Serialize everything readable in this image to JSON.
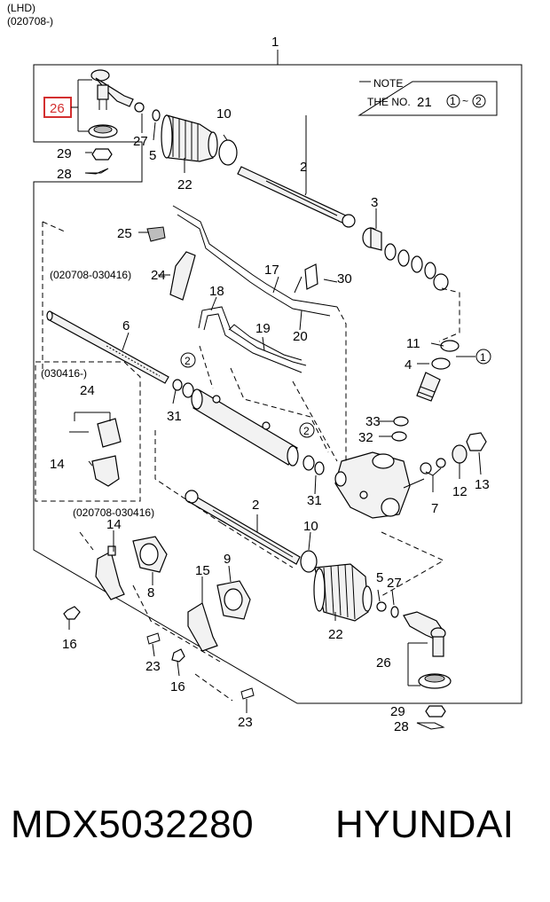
{
  "header": {
    "line1": "(LHD)",
    "line2": "(020708-)"
  },
  "note": {
    "title": "NOTE",
    "text_prefix": "THE NO.",
    "ref_no": "21",
    "range_from": "1",
    "range_sep": "~",
    "range_to": "2"
  },
  "highlight": {
    "label": "26",
    "color": "#d32f2f"
  },
  "callouts": {
    "c1": "1",
    "c2a": "2",
    "c2b": "2",
    "c3": "3",
    "c4": "4",
    "c5a": "5",
    "c5b": "5",
    "c6": "6",
    "c7": "7",
    "c8": "8",
    "c9": "9",
    "c10a": "10",
    "c10b": "10",
    "c11": "11",
    "c12": "12",
    "c13": "13",
    "c14a": "14",
    "c14b": "14",
    "c15": "15",
    "c16a": "16",
    "c16b": "16",
    "c17": "17",
    "c18": "18",
    "c19": "19",
    "c20": "20",
    "c22a": "22",
    "c22b": "22",
    "c23a": "23",
    "c23b": "23",
    "c24a": "24",
    "c24b": "24",
    "c25": "25",
    "c26b": "26",
    "c27a": "27",
    "c27b": "27",
    "c28a": "28",
    "c28b": "28",
    "c29a": "29",
    "c29b": "29",
    "c30": "30",
    "c31a": "31",
    "c31b": "31",
    "c32": "32",
    "c33": "33",
    "ref1": "1",
    "ref2a": "2",
    "ref2b": "2",
    "ref2c": "2"
  },
  "ranges": {
    "r1": "(020708-030416)",
    "r2": "(030416-)",
    "r3": "(020708-030416)"
  },
  "footer": {
    "part_no": "MDX5032280",
    "brand": "HYUNDAI"
  }
}
